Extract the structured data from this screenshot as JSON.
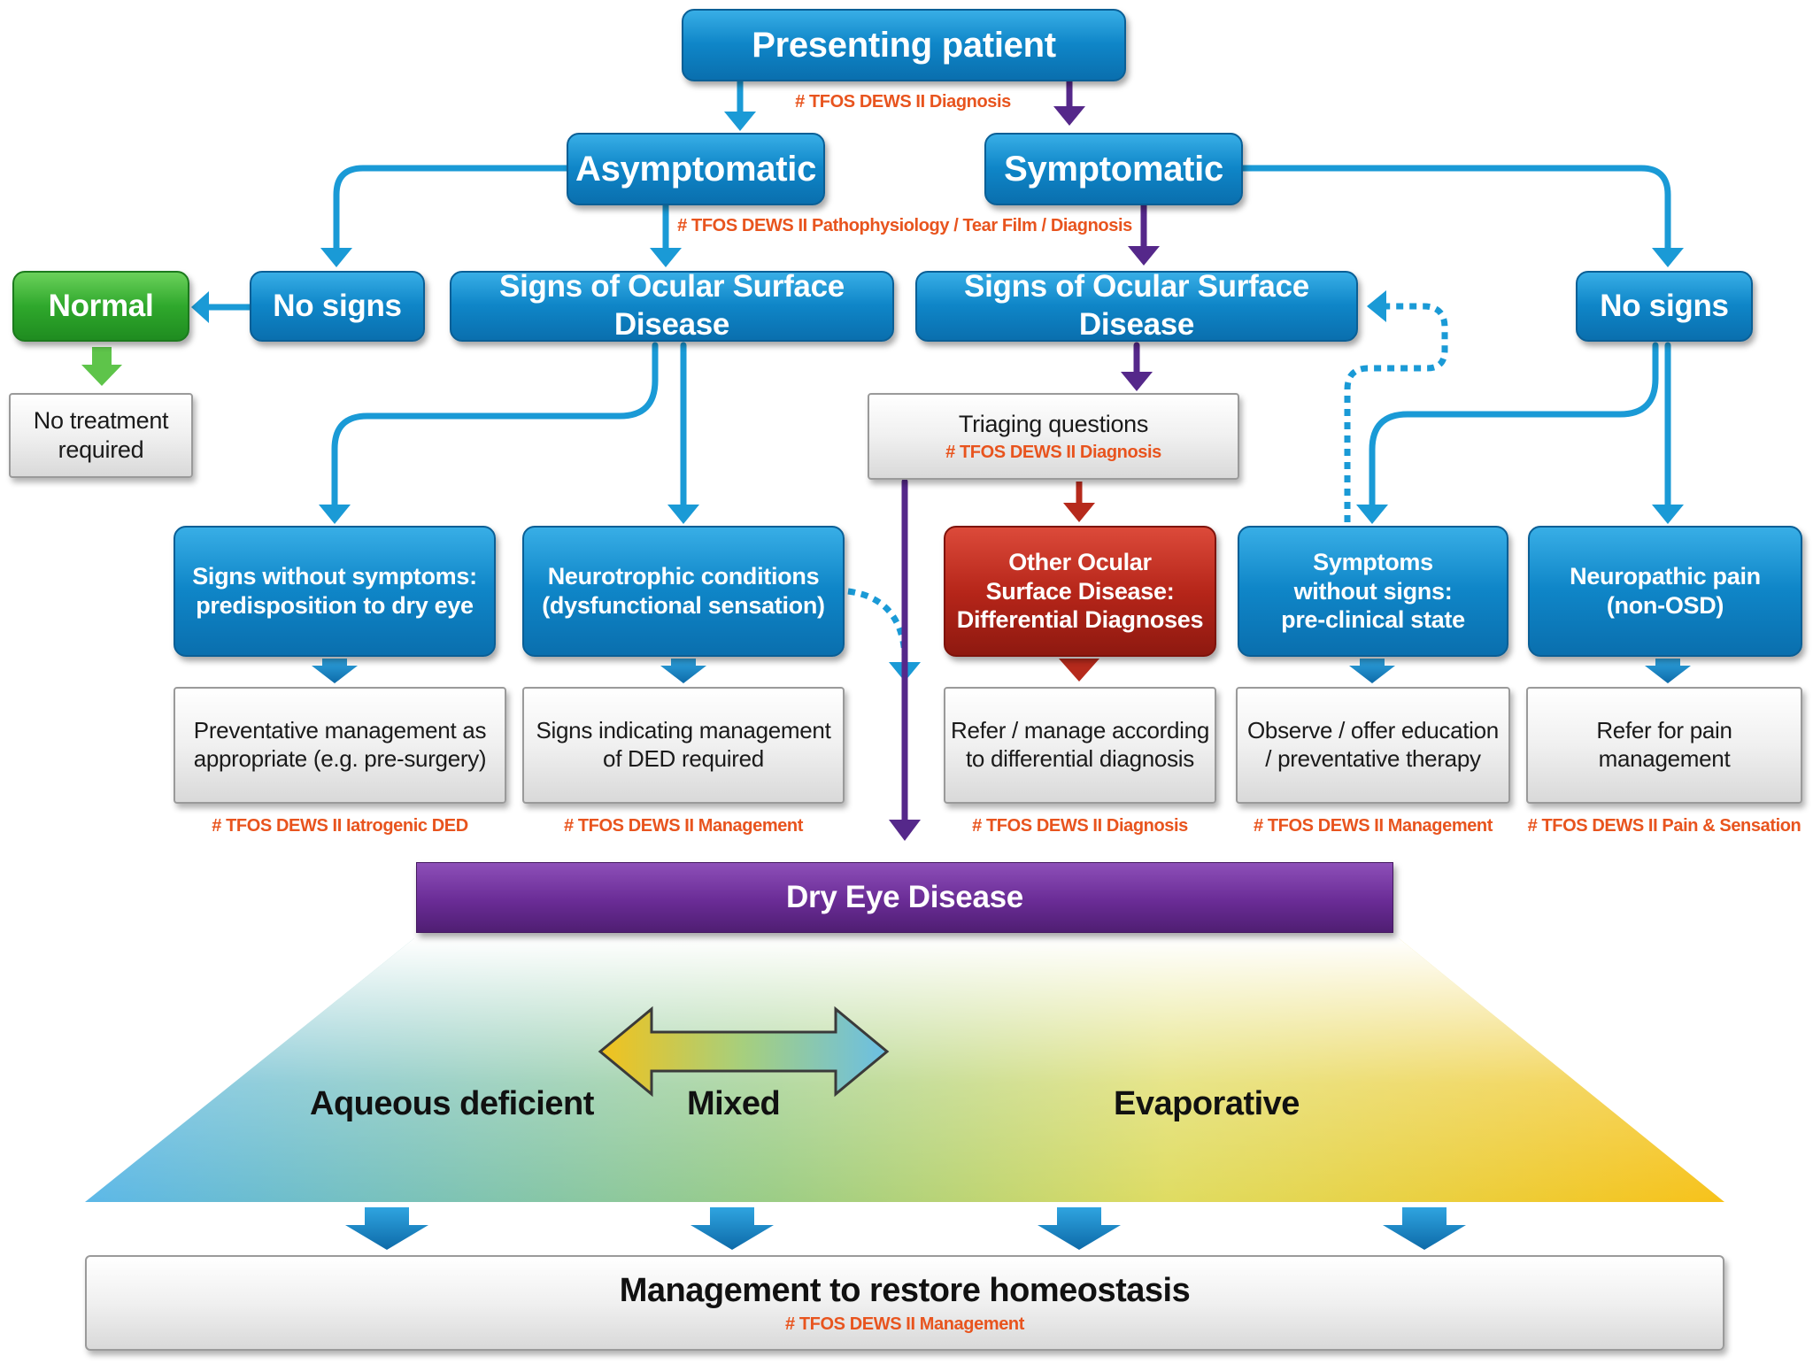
{
  "nodes": {
    "presenting": "Presenting patient",
    "asymptomatic": "Asymptomatic",
    "symptomatic": "Symptomatic",
    "normal": "Normal",
    "no_signs_left": "No signs",
    "signs_osd_left": "Signs of Ocular Surface Disease",
    "signs_osd_right": "Signs of Ocular Surface Disease",
    "no_signs_right": "No signs",
    "no_treatment": [
      "No treatment",
      "required"
    ],
    "triaging": "Triaging questions",
    "signs_without_symptoms": [
      "Signs without symptoms:",
      "predisposition to dry eye"
    ],
    "neurotrophic": [
      "Neurotrophic conditions",
      "(dysfunctional sensation)"
    ],
    "other_osd": [
      "Other Ocular",
      "Surface Disease:",
      "Differential Diagnoses"
    ],
    "symptoms_without_signs": [
      "Symptoms",
      "without signs:",
      "pre-clinical state"
    ],
    "neuropathic": [
      "Neuropathic pain",
      "(non-OSD)"
    ],
    "preventative": [
      "Preventative management as",
      "appropriate (e.g. pre-surgery)"
    ],
    "signs_indicating": [
      "Signs indicating management",
      "of DED required"
    ],
    "refer_manage": [
      "Refer / manage according",
      "to differential diagnosis"
    ],
    "observe": [
      "Observe / offer education",
      "/ preventative therapy"
    ],
    "refer_pain": [
      "Refer for pain",
      "management"
    ],
    "dry_eye": "Dry Eye Disease",
    "management": "Management to restore homeostasis"
  },
  "refs": {
    "presenting": "# TFOS DEWS II Diagnosis",
    "asymptomatic": "# TFOS DEWS II Pathophysiology / Tear Film / Diagnosis",
    "triaging": "# TFOS DEWS II Diagnosis",
    "preventative": "# TFOS DEWS II Iatrogenic DED",
    "signs_indicating": "# TFOS DEWS II Management",
    "refer_manage": "# TFOS DEWS II Diagnosis",
    "observe": "# TFOS DEWS II Management",
    "refer_pain": "# TFOS DEWS II Pain & Sensation",
    "management": "# TFOS DEWS II Management"
  },
  "spectrum": {
    "aqueous": "Aqueous deficient",
    "mixed": "Mixed",
    "evaporative": "Evaporative"
  },
  "colors": {
    "blue_arrow": "#1a9ad6",
    "purple_arrow": "#55288a",
    "red_arrow": "#b62a1c",
    "green_arrow": "#5ec44a",
    "ref_text": "#e8541e"
  }
}
